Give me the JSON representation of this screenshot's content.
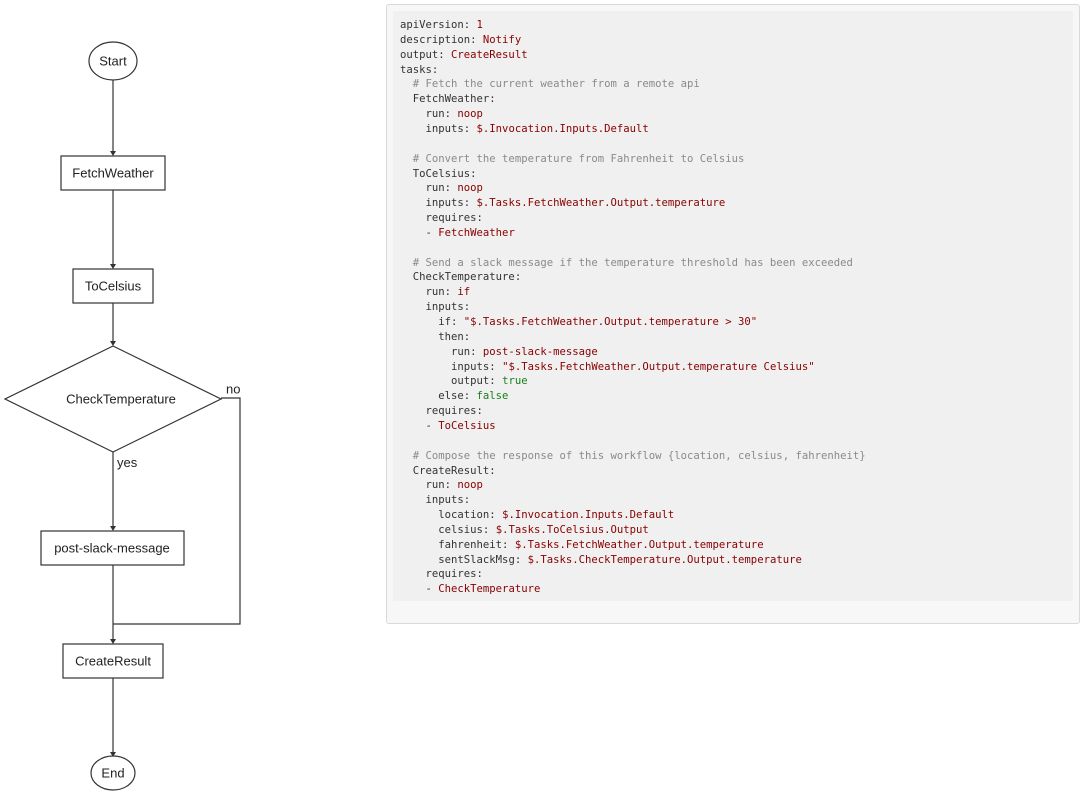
{
  "flowchart": {
    "start": "Start",
    "fetch_weather": "FetchWeather",
    "to_celsius": "ToCelsius",
    "check_temperature": "CheckTemperature",
    "post_slack_message": "post-slack-message",
    "create_result": "CreateResult",
    "end": "End",
    "label_no": "no",
    "label_yes": "yes"
  },
  "colors": {
    "key": "#333333",
    "value": "#880000",
    "boolean": "#1a7f1a",
    "comment": "#8a8a8a",
    "code_background": "#f0f0f0"
  },
  "code_lines": [
    {
      "indent": "",
      "key": "apiVersion:",
      "value": " 1",
      "type": "val"
    },
    {
      "indent": "",
      "key": "description:",
      "value": " Notify",
      "type": "val"
    },
    {
      "indent": "",
      "key": "output:",
      "value": " CreateResult",
      "type": "val"
    },
    {
      "indent": "",
      "key": "tasks:",
      "value": "",
      "type": "val"
    },
    {
      "indent": "  ",
      "key": "",
      "value": "# Fetch the current weather from a remote api",
      "type": "comment"
    },
    {
      "indent": "  ",
      "key": "FetchWeather:",
      "value": "",
      "type": "val"
    },
    {
      "indent": "    ",
      "key": "run:",
      "value": " noop",
      "type": "val"
    },
    {
      "indent": "    ",
      "key": "inputs:",
      "value": " $.Invocation.Inputs.Default",
      "type": "val"
    },
    {
      "indent": "",
      "key": "",
      "value": "",
      "type": "val"
    },
    {
      "indent": "  ",
      "key": "",
      "value": "# Convert the temperature from Fahrenheit to Celsius",
      "type": "comment"
    },
    {
      "indent": "  ",
      "key": "ToCelsius:",
      "value": "",
      "type": "val"
    },
    {
      "indent": "    ",
      "key": "run:",
      "value": " noop",
      "type": "val"
    },
    {
      "indent": "    ",
      "key": "inputs:",
      "value": " $.Tasks.FetchWeather.Output.temperature",
      "type": "val"
    },
    {
      "indent": "    ",
      "key": "requires:",
      "value": "",
      "type": "val"
    },
    {
      "indent": "    ",
      "key": "- ",
      "value": "FetchWeather",
      "type": "val"
    },
    {
      "indent": "",
      "key": "",
      "value": "",
      "type": "val"
    },
    {
      "indent": "  ",
      "key": "",
      "value": "# Send a slack message if the temperature threshold has been exceeded",
      "type": "comment"
    },
    {
      "indent": "  ",
      "key": "CheckTemperature:",
      "value": "",
      "type": "val"
    },
    {
      "indent": "    ",
      "key": "run:",
      "value": " if",
      "type": "val"
    },
    {
      "indent": "    ",
      "key": "inputs:",
      "value": "",
      "type": "val"
    },
    {
      "indent": "      ",
      "key": "if:",
      "value": " \"$.Tasks.FetchWeather.Output.temperature > 30\"",
      "type": "val"
    },
    {
      "indent": "      ",
      "key": "then:",
      "value": "",
      "type": "val"
    },
    {
      "indent": "        ",
      "key": "run:",
      "value": " post-slack-message",
      "type": "val"
    },
    {
      "indent": "        ",
      "key": "inputs:",
      "value": " \"$.Tasks.FetchWeather.Output.temperature Celsius\"",
      "type": "val"
    },
    {
      "indent": "        ",
      "key": "output:",
      "value": " true",
      "type": "bool"
    },
    {
      "indent": "      ",
      "key": "else:",
      "value": " false",
      "type": "bool"
    },
    {
      "indent": "    ",
      "key": "requires:",
      "value": "",
      "type": "val"
    },
    {
      "indent": "    ",
      "key": "- ",
      "value": "ToCelsius",
      "type": "val"
    },
    {
      "indent": "",
      "key": "",
      "value": "",
      "type": "val"
    },
    {
      "indent": "  ",
      "key": "",
      "value": "# Compose the response of this workflow {location, celsius, fahrenheit}",
      "type": "comment"
    },
    {
      "indent": "  ",
      "key": "CreateResult:",
      "value": "",
      "type": "val"
    },
    {
      "indent": "    ",
      "key": "run:",
      "value": " noop",
      "type": "val"
    },
    {
      "indent": "    ",
      "key": "inputs:",
      "value": "",
      "type": "val"
    },
    {
      "indent": "      ",
      "key": "location:",
      "value": " $.Invocation.Inputs.Default",
      "type": "val"
    },
    {
      "indent": "      ",
      "key": "celsius:",
      "value": " $.Tasks.ToCelsius.Output",
      "type": "val"
    },
    {
      "indent": "      ",
      "key": "fahrenheit:",
      "value": " $.Tasks.FetchWeather.Output.temperature",
      "type": "val"
    },
    {
      "indent": "      ",
      "key": "sentSlackMsg:",
      "value": " $.Tasks.CheckTemperature.Output.temperature",
      "type": "val"
    },
    {
      "indent": "    ",
      "key": "requires:",
      "value": "",
      "type": "val"
    },
    {
      "indent": "    ",
      "key": "- ",
      "value": "CheckTemperature",
      "type": "val"
    }
  ]
}
